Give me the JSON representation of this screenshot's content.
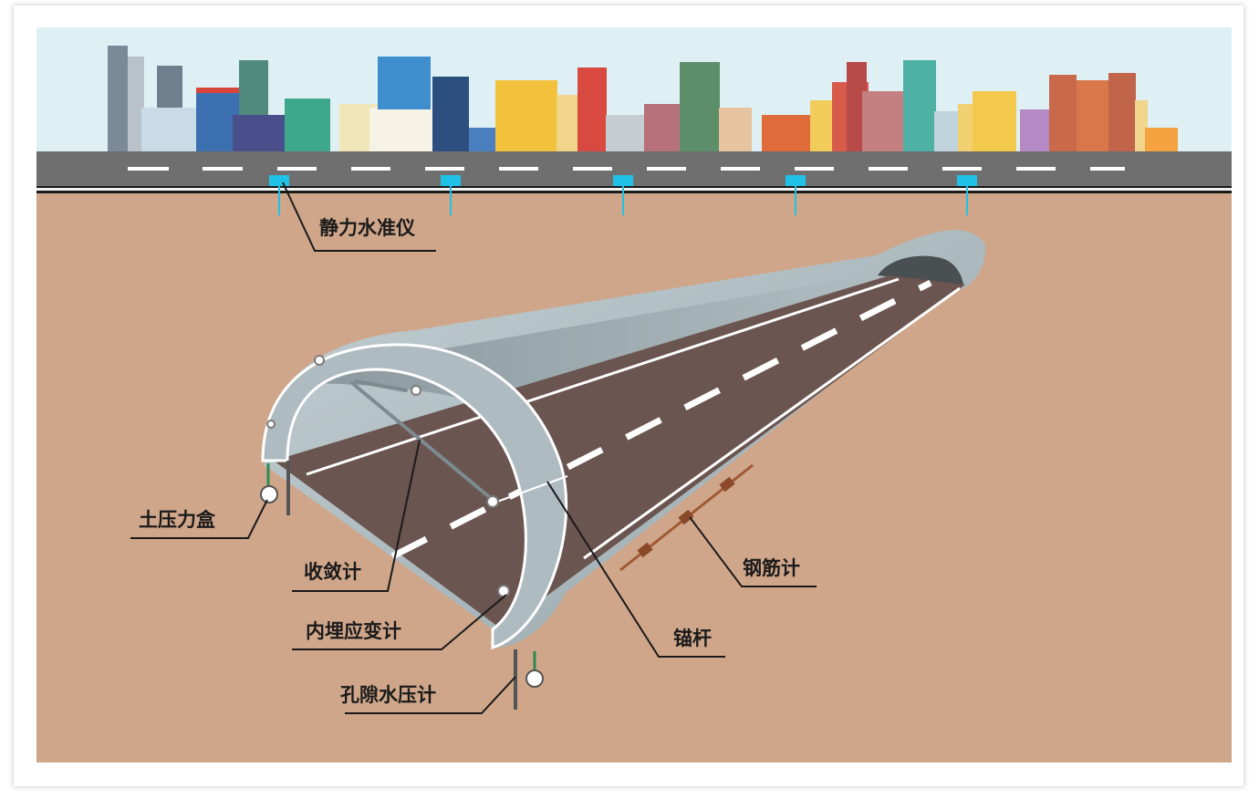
{
  "labels": {
    "level_gauge": "静力水准仪",
    "earth_pressure_cell": "土压力盒",
    "convergence_meter": "收敛计",
    "embedded_strain_gauge": "内埋应变计",
    "piezometer": "孔隙水压计",
    "anchor_bolt": "锚杆",
    "rebar_meter": "钢筋计"
  },
  "colors": {
    "sky": "#dff0f5",
    "road": "#6f6f6f",
    "soil": "#cfa68a",
    "lining": "#a9b7bc",
    "pavement": "#6b5550",
    "sensor": "#1fc2e6"
  }
}
